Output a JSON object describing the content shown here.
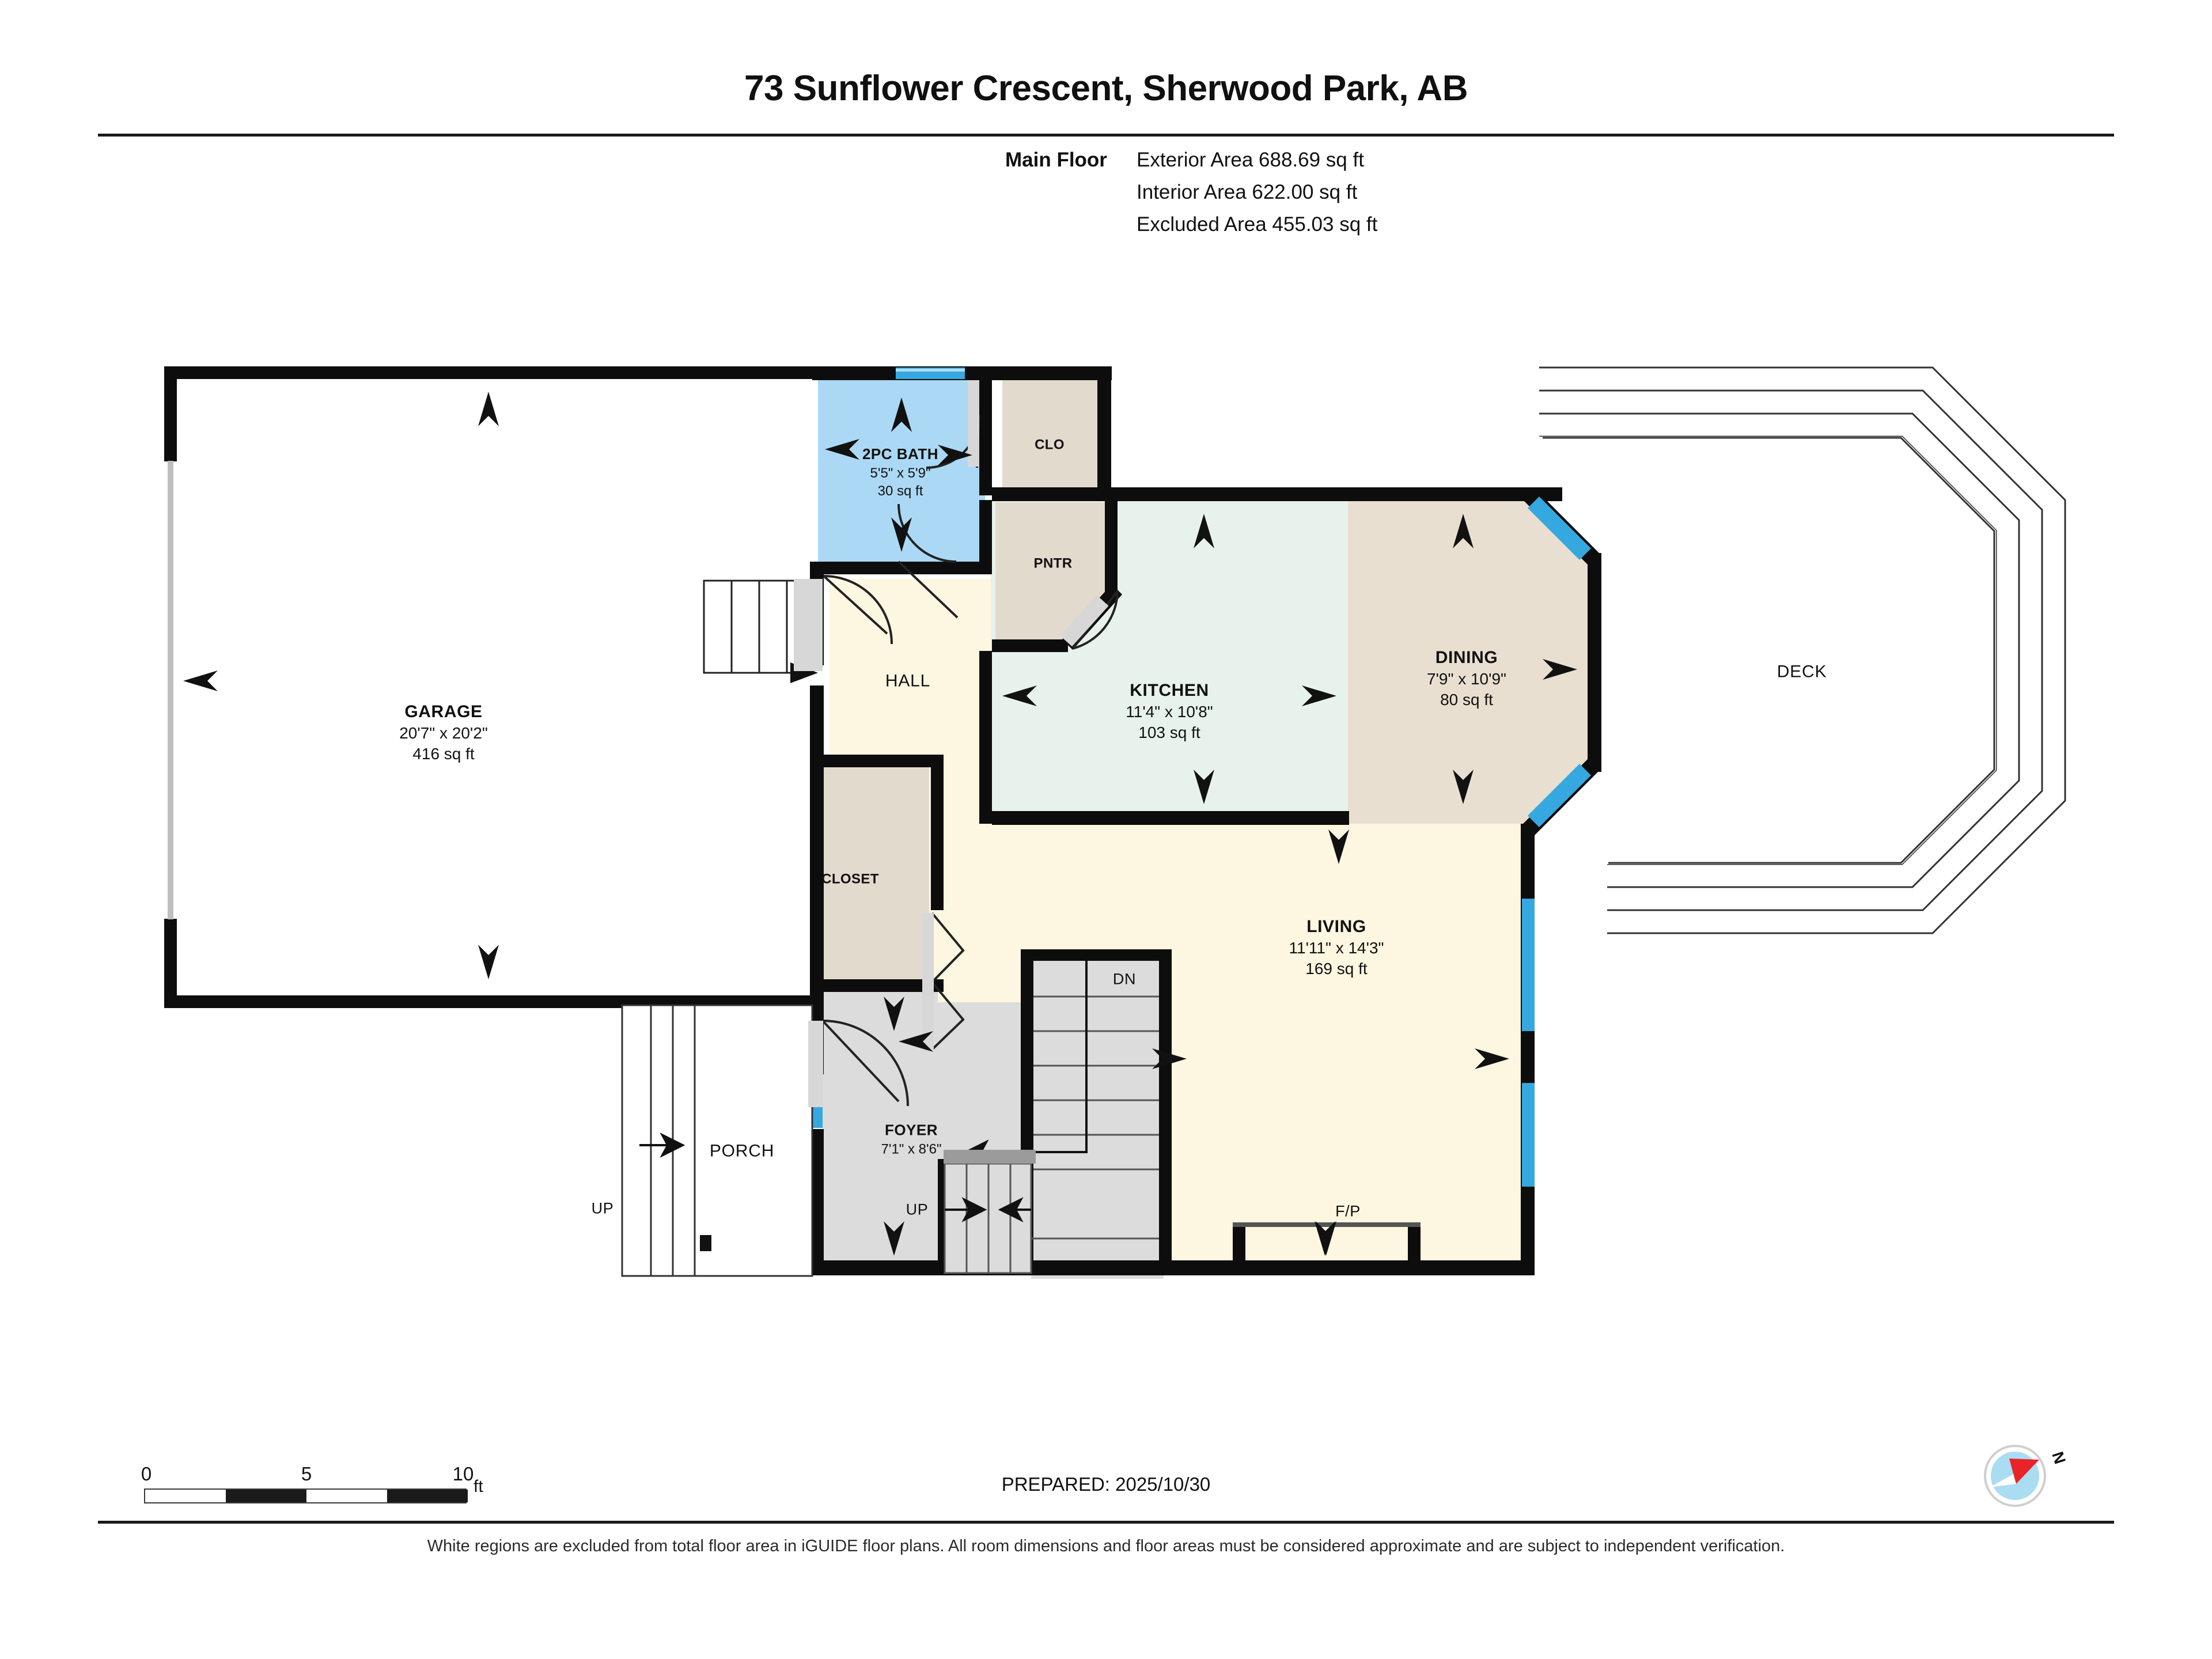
{
  "header": {
    "title": "73 Sunflower Crescent, Sherwood Park, AB",
    "floor_label": "Main Floor",
    "areas": [
      "Exterior Area 688.69 sq ft",
      "Interior Area 622.00 sq ft",
      "Excluded Area 455.03 sq ft"
    ]
  },
  "rooms": {
    "garage": {
      "name": "GARAGE",
      "dim": "20'7\" x 20'2\"",
      "area": "416 sq ft"
    },
    "bath": {
      "name": "2PC BATH",
      "dim": "5'5\" x 5'9\"",
      "area": "30 sq ft"
    },
    "closet_up": {
      "name": "CLO"
    },
    "pantry": {
      "name": "PNTR"
    },
    "hall": {
      "name": "HALL"
    },
    "kitchen": {
      "name": "KITCHEN",
      "dim": "11'4\" x 10'8\"",
      "area": "103 sq ft"
    },
    "dining": {
      "name": "DINING",
      "dim": "7'9\" x 10'9\"",
      "area": "80 sq ft"
    },
    "deck": {
      "name": "DECK"
    },
    "closet": {
      "name": "CLOSET"
    },
    "living": {
      "name": "LIVING",
      "dim": "11'11\" x 14'3\"",
      "area": "169 sq ft"
    },
    "foyer": {
      "name": "FOYER",
      "dim": "7'1\" x 8'6\""
    },
    "porch": {
      "name": "PORCH"
    },
    "fireplace": {
      "name": "F/P"
    }
  },
  "stair_labels": {
    "dn": "DN",
    "up_foyer": "UP",
    "up_porch": "UP"
  },
  "scale": {
    "ticks": [
      "0",
      "5",
      "10"
    ],
    "unit": "ft"
  },
  "footer": {
    "prepared": "PREPARED: 2025/10/30",
    "disclaimer": "White regions are excluded from total floor area in iGUIDE floor plans. All room dimensions and floor areas must be considered approximate and are subject to independent verification.",
    "compass_label": "N"
  },
  "colors": {
    "wall": "#0d0d0d",
    "living_fill": "#fdf6e0",
    "kitchen_fill": "#e7f2ec",
    "dining_fill": "#e9dfd0",
    "bath_fill": "#abd9f5",
    "closet_fill": "#e3dace",
    "gray_fill": "#dcdcdc",
    "window": "#35a8e0",
    "excluded": "#ffffff",
    "compass_needle": "#e8232a",
    "compass_disc": "#aadcf2"
  }
}
